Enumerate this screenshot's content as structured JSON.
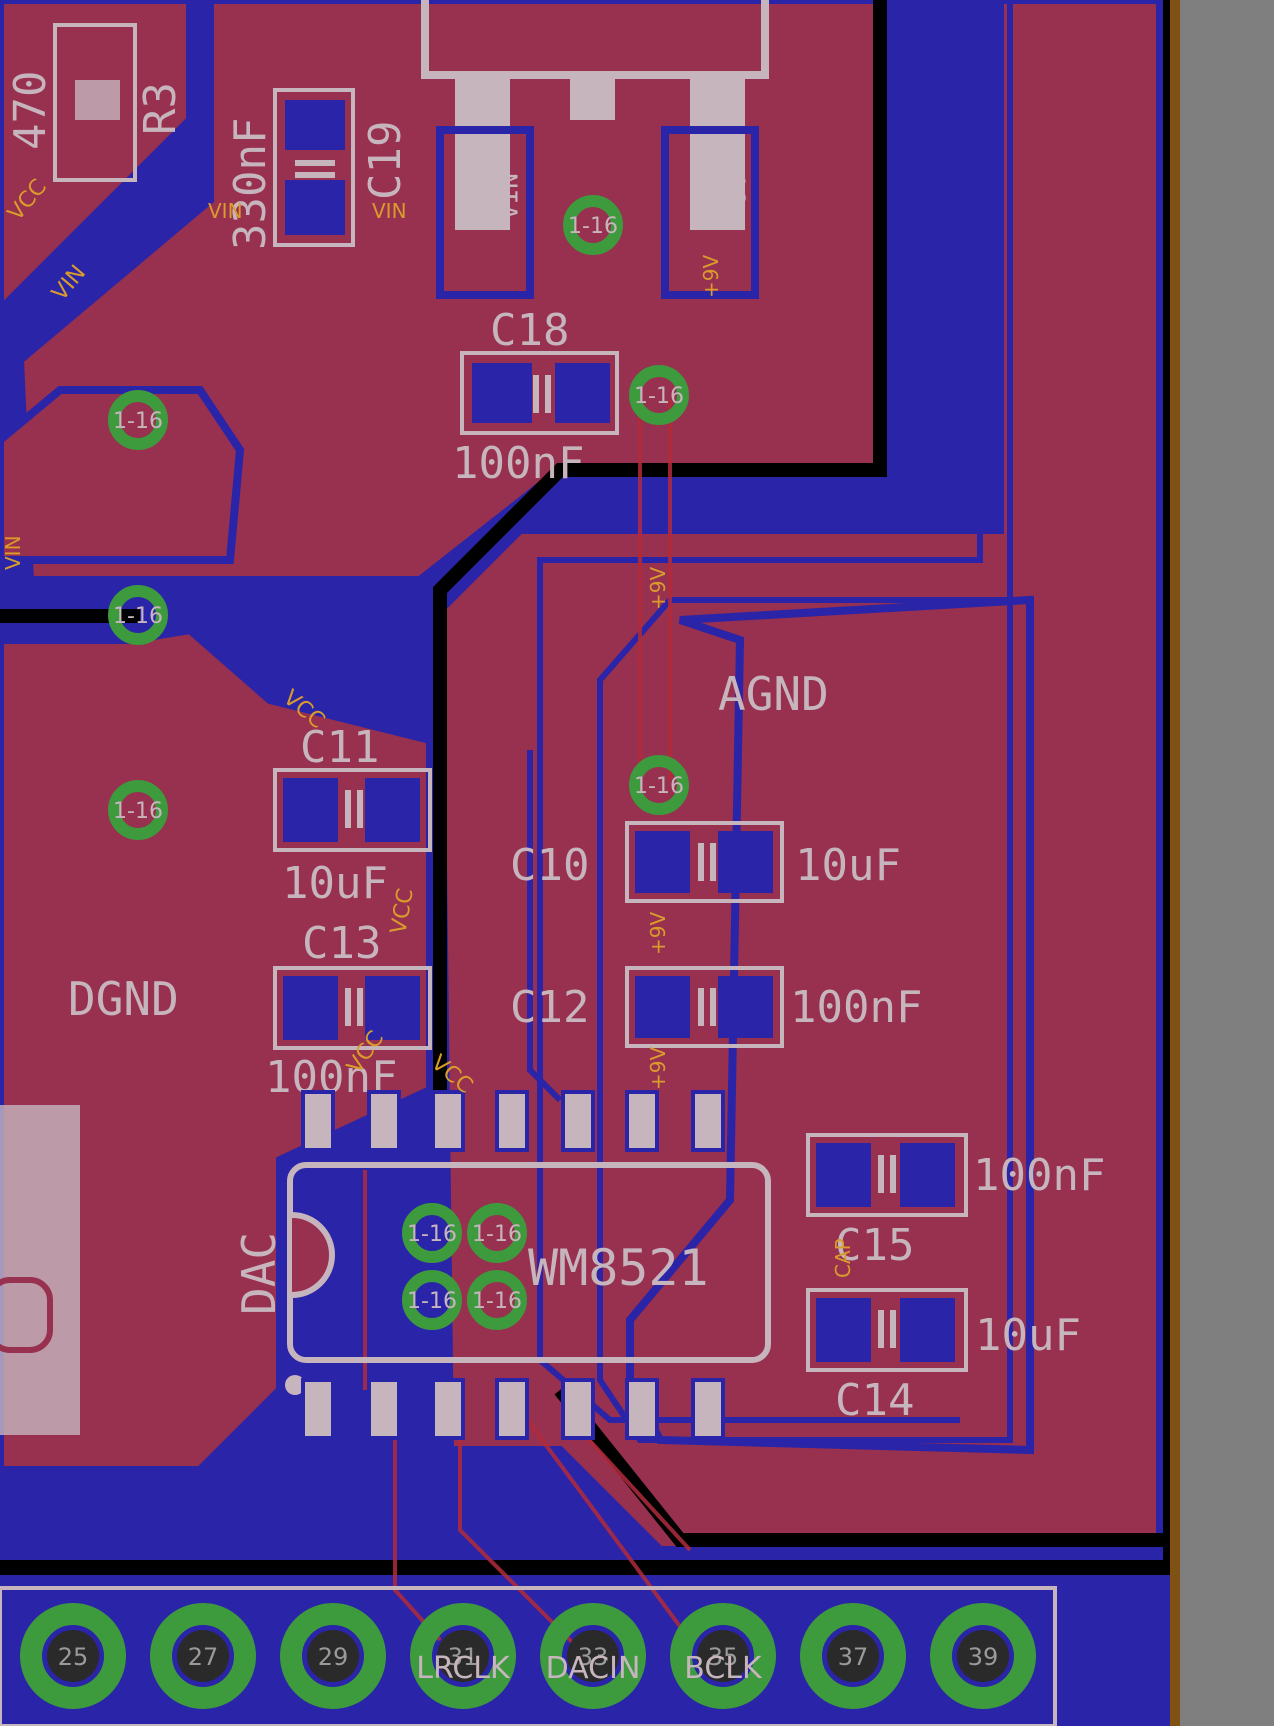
{
  "colors": {
    "background": "#000000",
    "top_copper": "#98304f",
    "bottom_copper": "#2a24a8",
    "silkscreen": "#c7b5be",
    "via_pad": "#3d9a3d",
    "net_label": "#d99c2b",
    "trace": "#b22b3b",
    "scrollbar": "#7f7f7f"
  },
  "parts": {
    "r3": {
      "name": "R3",
      "value": "470"
    },
    "c19": {
      "name": "C19",
      "value": "330nF"
    },
    "c18": {
      "name": "C18",
      "value": "100nF"
    },
    "c11": {
      "name": "C11",
      "value": "10uF"
    },
    "c13": {
      "name": "C13",
      "value": "100nF"
    },
    "c10": {
      "name": "C10",
      "value": "10uF"
    },
    "c12": {
      "name": "C12",
      "value": "100nF"
    },
    "c15": {
      "name": "C15",
      "value": "100nF"
    },
    "c14": {
      "name": "C14",
      "value": "10uF"
    },
    "dac": {
      "name": "DAC",
      "value": "WM8521"
    }
  },
  "zones": {
    "agnd": "AGND",
    "dgnd": "DGND"
  },
  "regulator_pins": {
    "vin": "1\nVIN",
    "out": "3\n+9V"
  },
  "nets": {
    "vcc": "VCC",
    "vin": "VIN",
    "plus9v": "+9V",
    "cap": "CAP"
  },
  "via_label": "1-16",
  "header": {
    "pins": [
      "25",
      "27",
      "29",
      "31",
      "33",
      "35",
      "37",
      "39"
    ],
    "signals": [
      "LRCLK",
      "DACIN",
      "BCLK"
    ]
  }
}
